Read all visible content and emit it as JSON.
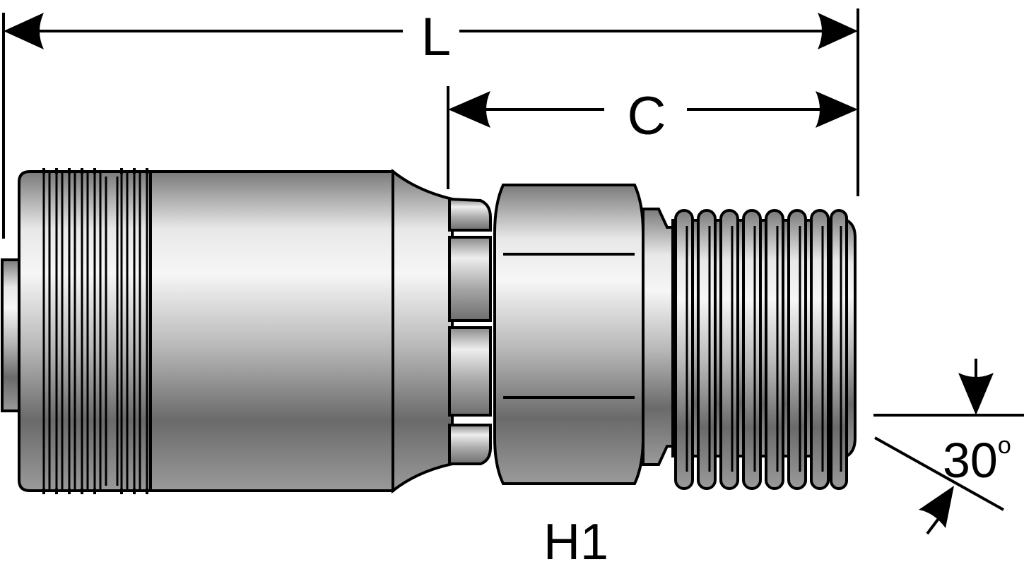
{
  "labels": {
    "overall_length": "L",
    "cut_length": "C",
    "hex_size": "H1",
    "angle_value": "30",
    "angle_unit": "o"
  },
  "colors": {
    "line": "#000000",
    "metal_light": "#f4f4f4",
    "metal_mid": "#b9b9b9",
    "metal_dark": "#6d6d6d",
    "background": "#ffffff"
  }
}
